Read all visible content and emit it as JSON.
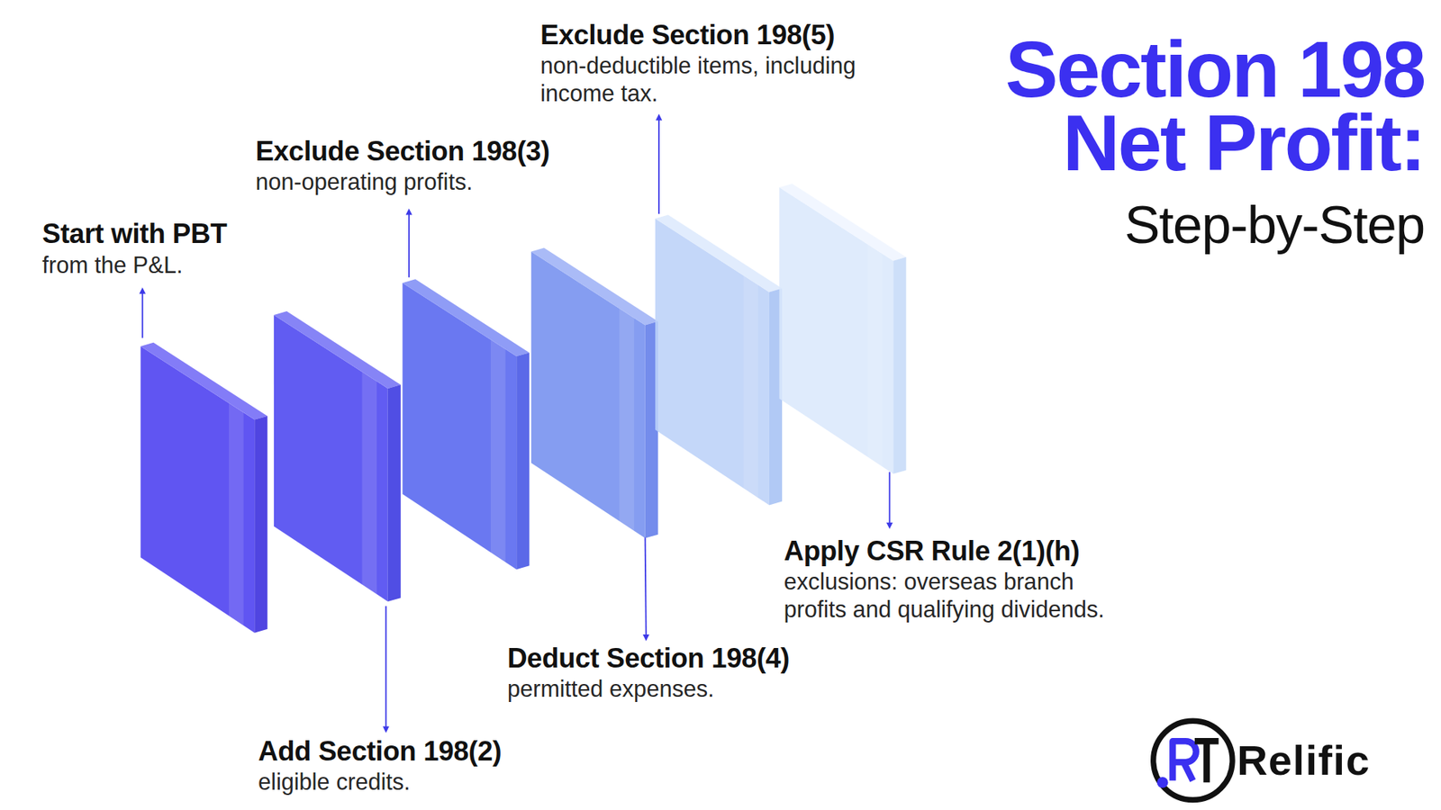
{
  "diagram": {
    "title": "Section 198 Net Profit:",
    "nodes": [
      {
        "text": [
          "Start with PBT",
          "from the P&L."
        ]
      },
      {
        "text": [
          "Add Section 198(2)",
          "eligible credits."
        ]
      },
      {
        "text": [
          "Exclude Section 198(3)",
          "non-operating profits."
        ]
      },
      {
        "text": [
          "Deduct Section 198(4)",
          "permitted expenses."
        ]
      },
      {
        "text": [
          "Exclude Section 198(5)",
          "non-deductible items, including income tax."
        ]
      },
      {
        "text": [
          "Apply CSR Rule 2(1)(h)",
          "exclusions: overseas branch profits and qualifying dividends."
        ]
      }
    ],
    "labels": [
      "Step-by-Step",
      "Relific"
    ]
  }
}
